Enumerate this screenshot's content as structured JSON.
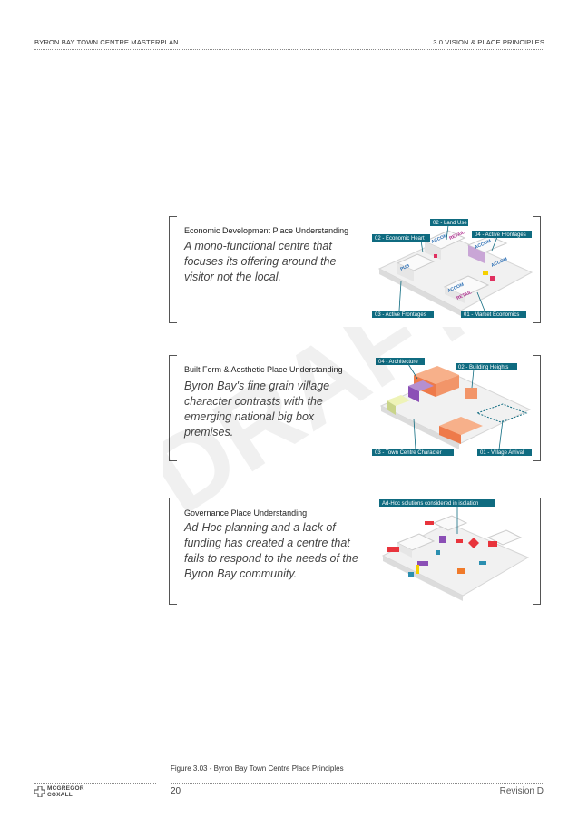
{
  "header": {
    "title": "BYRON BAY TOWN CENTRE MASTERPLAN",
    "section": "3.0 VISION & PLACE PRINCIPLES"
  },
  "watermark": "DRAFT",
  "panels": [
    {
      "title": "Economic Development Place Understanding",
      "body": [
        "A mono-functional centre that",
        "focuses its offering around the",
        "visitor not the local."
      ],
      "labels": [
        "02 - Land Use",
        "02 - Economic Heart",
        "04 - Active Frontages",
        "03 - Active Frontages",
        "01 - Market Economics"
      ],
      "tags": [
        "ACCOM",
        "RETAIL",
        "PUB",
        "ACCOM",
        "ACCOM",
        "ACCOM",
        "RETAIL"
      ]
    },
    {
      "title": "Built Form & Aesthetic Place Understanding",
      "body": [
        "Byron Bay's fine grain village",
        "character contrasts with the",
        "emerging national big box",
        "premises."
      ],
      "labels": [
        "04 - Architecture",
        "02 - Building Heights",
        "03 - Town Centre Character",
        "01 - Village Arrival"
      ]
    },
    {
      "title": "Governance Place Understanding",
      "body": [
        "Ad-Hoc planning and a lack of",
        "funding has created a centre that",
        "fails to respond to the needs of the",
        "Byron Bay community."
      ],
      "labels": [
        "Ad-Hoc solutions considered in isolation"
      ]
    }
  ],
  "caption": "Figure 3.03 - Byron Bay Town Centre Place Principles",
  "footer": {
    "page_number": "20",
    "revision": "Revision D",
    "logo_line1": "MCGREGOR",
    "logo_line2": "COXALL"
  }
}
